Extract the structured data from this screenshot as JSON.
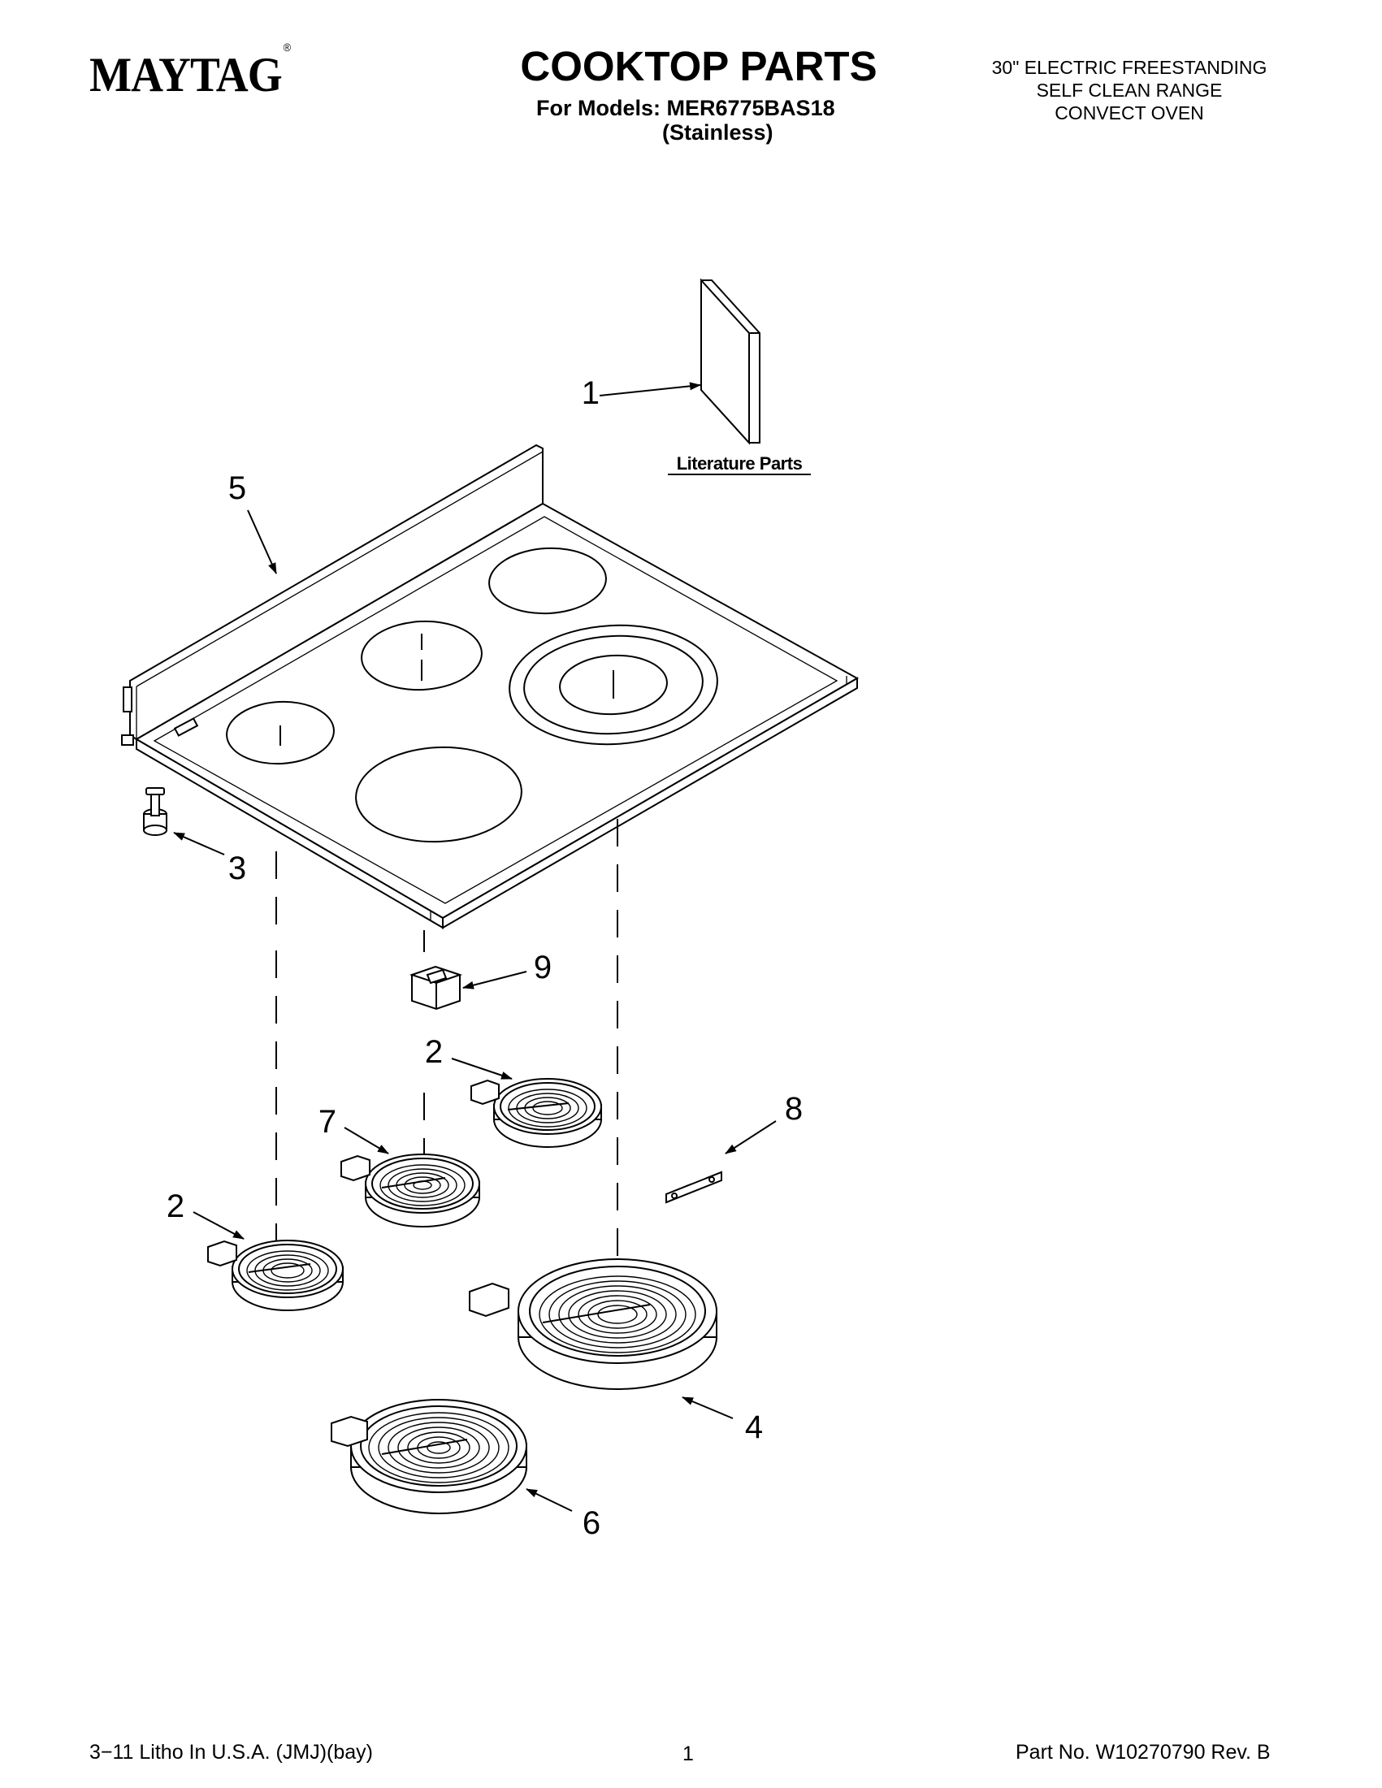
{
  "header": {
    "brand": "MAYTAG",
    "brand_mark": "®",
    "title": "COOKTOP PARTS",
    "models_line": "For Models: MER6775BAS18",
    "variant": "(Stainless)",
    "description": [
      "30\" ELECTRIC FREESTANDING",
      "SELF CLEAN RANGE",
      "CONVECT OVEN"
    ]
  },
  "diagram": {
    "literature_label": "Literature Parts",
    "callouts": {
      "c1": "1",
      "c2a": "2",
      "c2b": "2",
      "c3": "3",
      "c4": "4",
      "c5": "5",
      "c6": "6",
      "c7": "7",
      "c8": "8",
      "c9": "9"
    },
    "icons": [
      "literature-booklet-icon",
      "cooktop-icon",
      "knob-icon",
      "clip-icon",
      "radiant-element-icon",
      "bracket-icon"
    ]
  },
  "footer": {
    "left": "3−11 Litho In U.S.A. (JMJ)(bay)",
    "page": "1",
    "right": "Part No. W10270790 Rev. B"
  }
}
